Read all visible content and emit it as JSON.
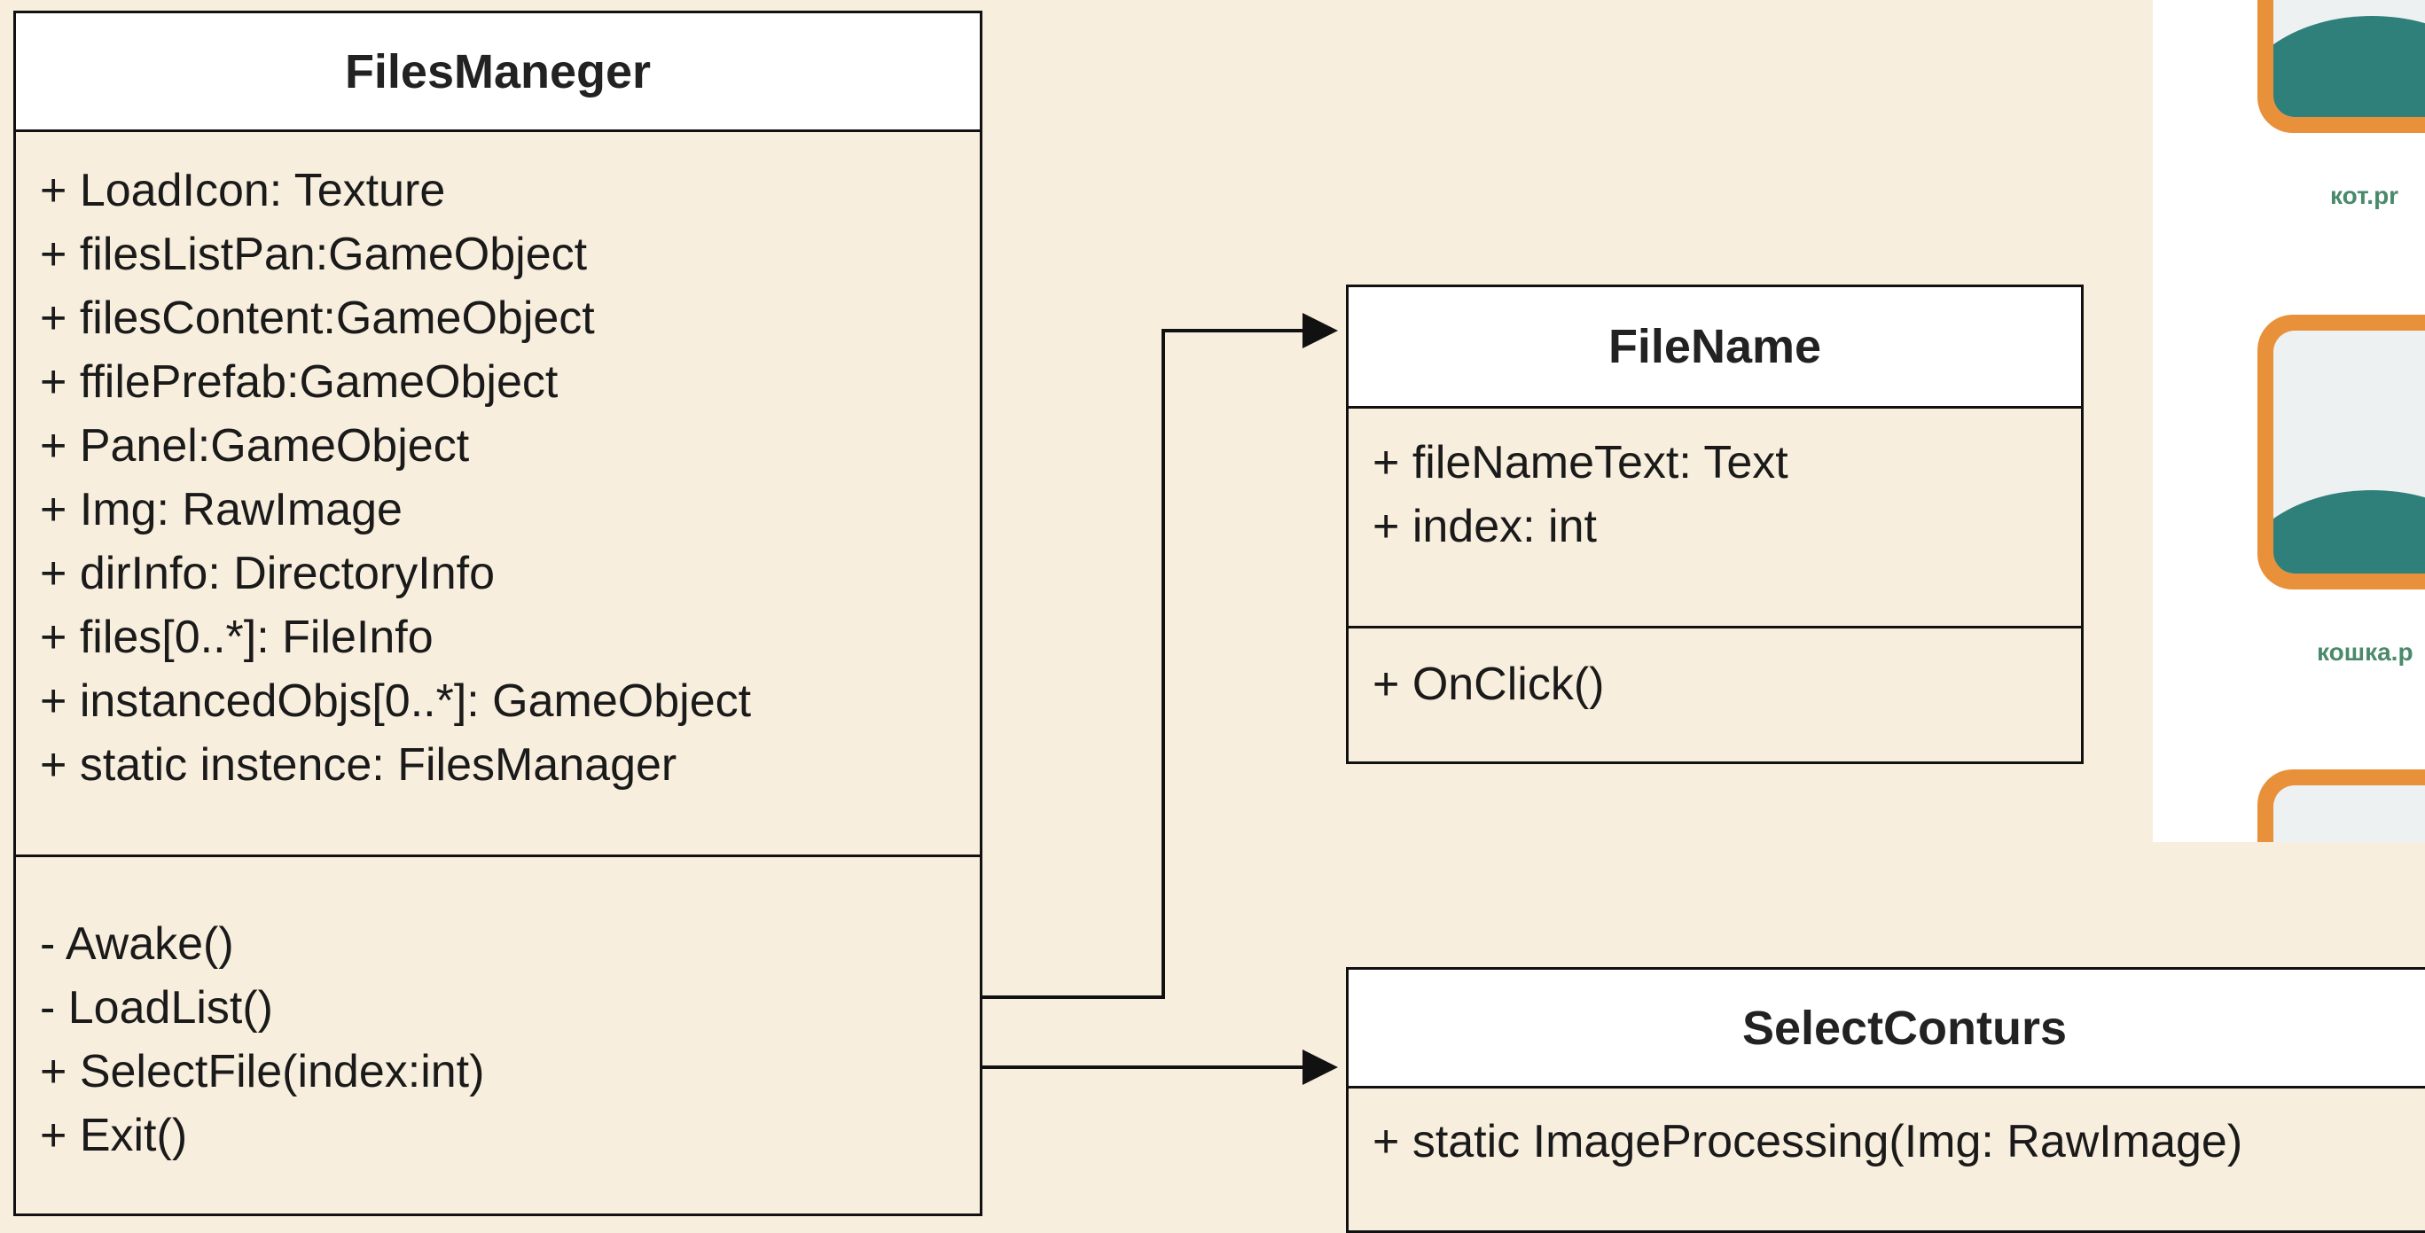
{
  "classes": {
    "files_maneger": {
      "name": "FilesManeger",
      "attributes": [
        "+ LoadIcon: Texture",
        "+ filesListPan:GameObject",
        "+ filesContent:GameObject",
        "+ ffilePrefab:GameObject",
        "+ Panel:GameObject",
        "+ Img: RawImage",
        "+ dirInfo: DirectoryInfo",
        "+ files[0..*]:  FileInfo",
        "+ instancedObjs[0..*]: GameObject",
        "+ static instence: FilesManager"
      ],
      "operations": [
        "- Awake()",
        "- LoadList()",
        "+ SelectFile(index:int)",
        "+ Exit()"
      ]
    },
    "file_name": {
      "name": "FileName",
      "attributes": [
        "+ fileNameText: Text",
        "+ index: int"
      ],
      "operations": [
        "+ OnClick()"
      ]
    },
    "select_conturs": {
      "name": "SelectConturs",
      "attributes": [
        "+ static ImageProcessing(Img: RawImage)"
      ]
    }
  },
  "thumbnails": [
    {
      "label": "кот.pr",
      "icon": "image-file-icon"
    },
    {
      "label": "кошка.p",
      "icon": "image-file-icon"
    },
    {
      "label": "",
      "icon": "image-file-icon"
    }
  ],
  "colors": {
    "background": "#f8eedd",
    "header_fill": "#ffffff",
    "border": "#111111",
    "thumb_frame": "#e8913a",
    "thumb_hill": "#2f7f7a",
    "thumb_label": "#4a8a6a"
  }
}
